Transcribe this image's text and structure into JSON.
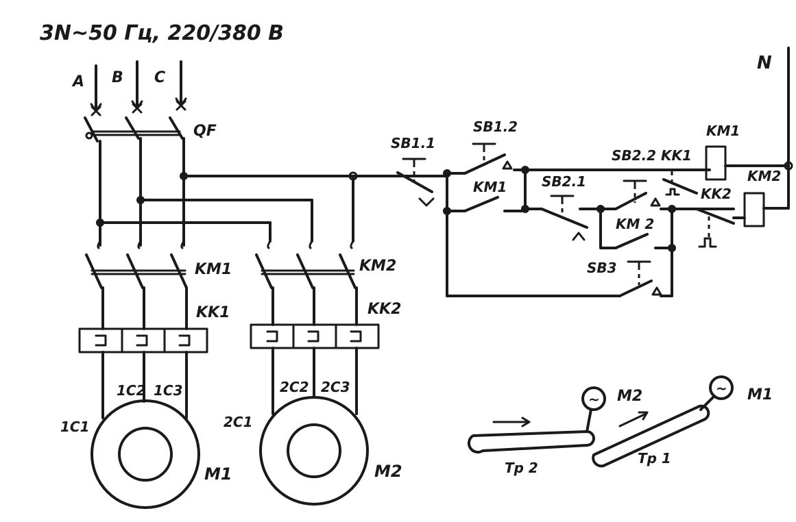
{
  "supply": "3N~50 Гц, 220/380 В",
  "phases": [
    "A",
    "B",
    "C"
  ],
  "neutral": "N",
  "breaker": "QF",
  "contactor1": "KM1",
  "contactor2": "KM2",
  "relay1": "KK1",
  "relay2": "KK2",
  "motor1": {
    "name": "M1",
    "terminals": [
      "1C1",
      "1C2",
      "1C3"
    ]
  },
  "motor2": {
    "name": "M2",
    "terminals": [
      "2C1",
      "2C2",
      "2C3"
    ]
  },
  "control": {
    "sb11": "SB1.1",
    "sb12": "SB1.2",
    "km1_aux": "KM1",
    "sb21": "SB2.1",
    "sb22": "SB2.2",
    "kk1": "KK1",
    "km2_aux": "KM 2",
    "kk2": "KK2",
    "sb3": "SB3",
    "coil_km1": "KM1",
    "coil_km2": "KM2"
  },
  "conveyors": {
    "conveyor2": "Тр 2",
    "conveyor1": "Тр 1",
    "motor2": "M2",
    "motor1": "M1",
    "motor_symbol": "~"
  }
}
